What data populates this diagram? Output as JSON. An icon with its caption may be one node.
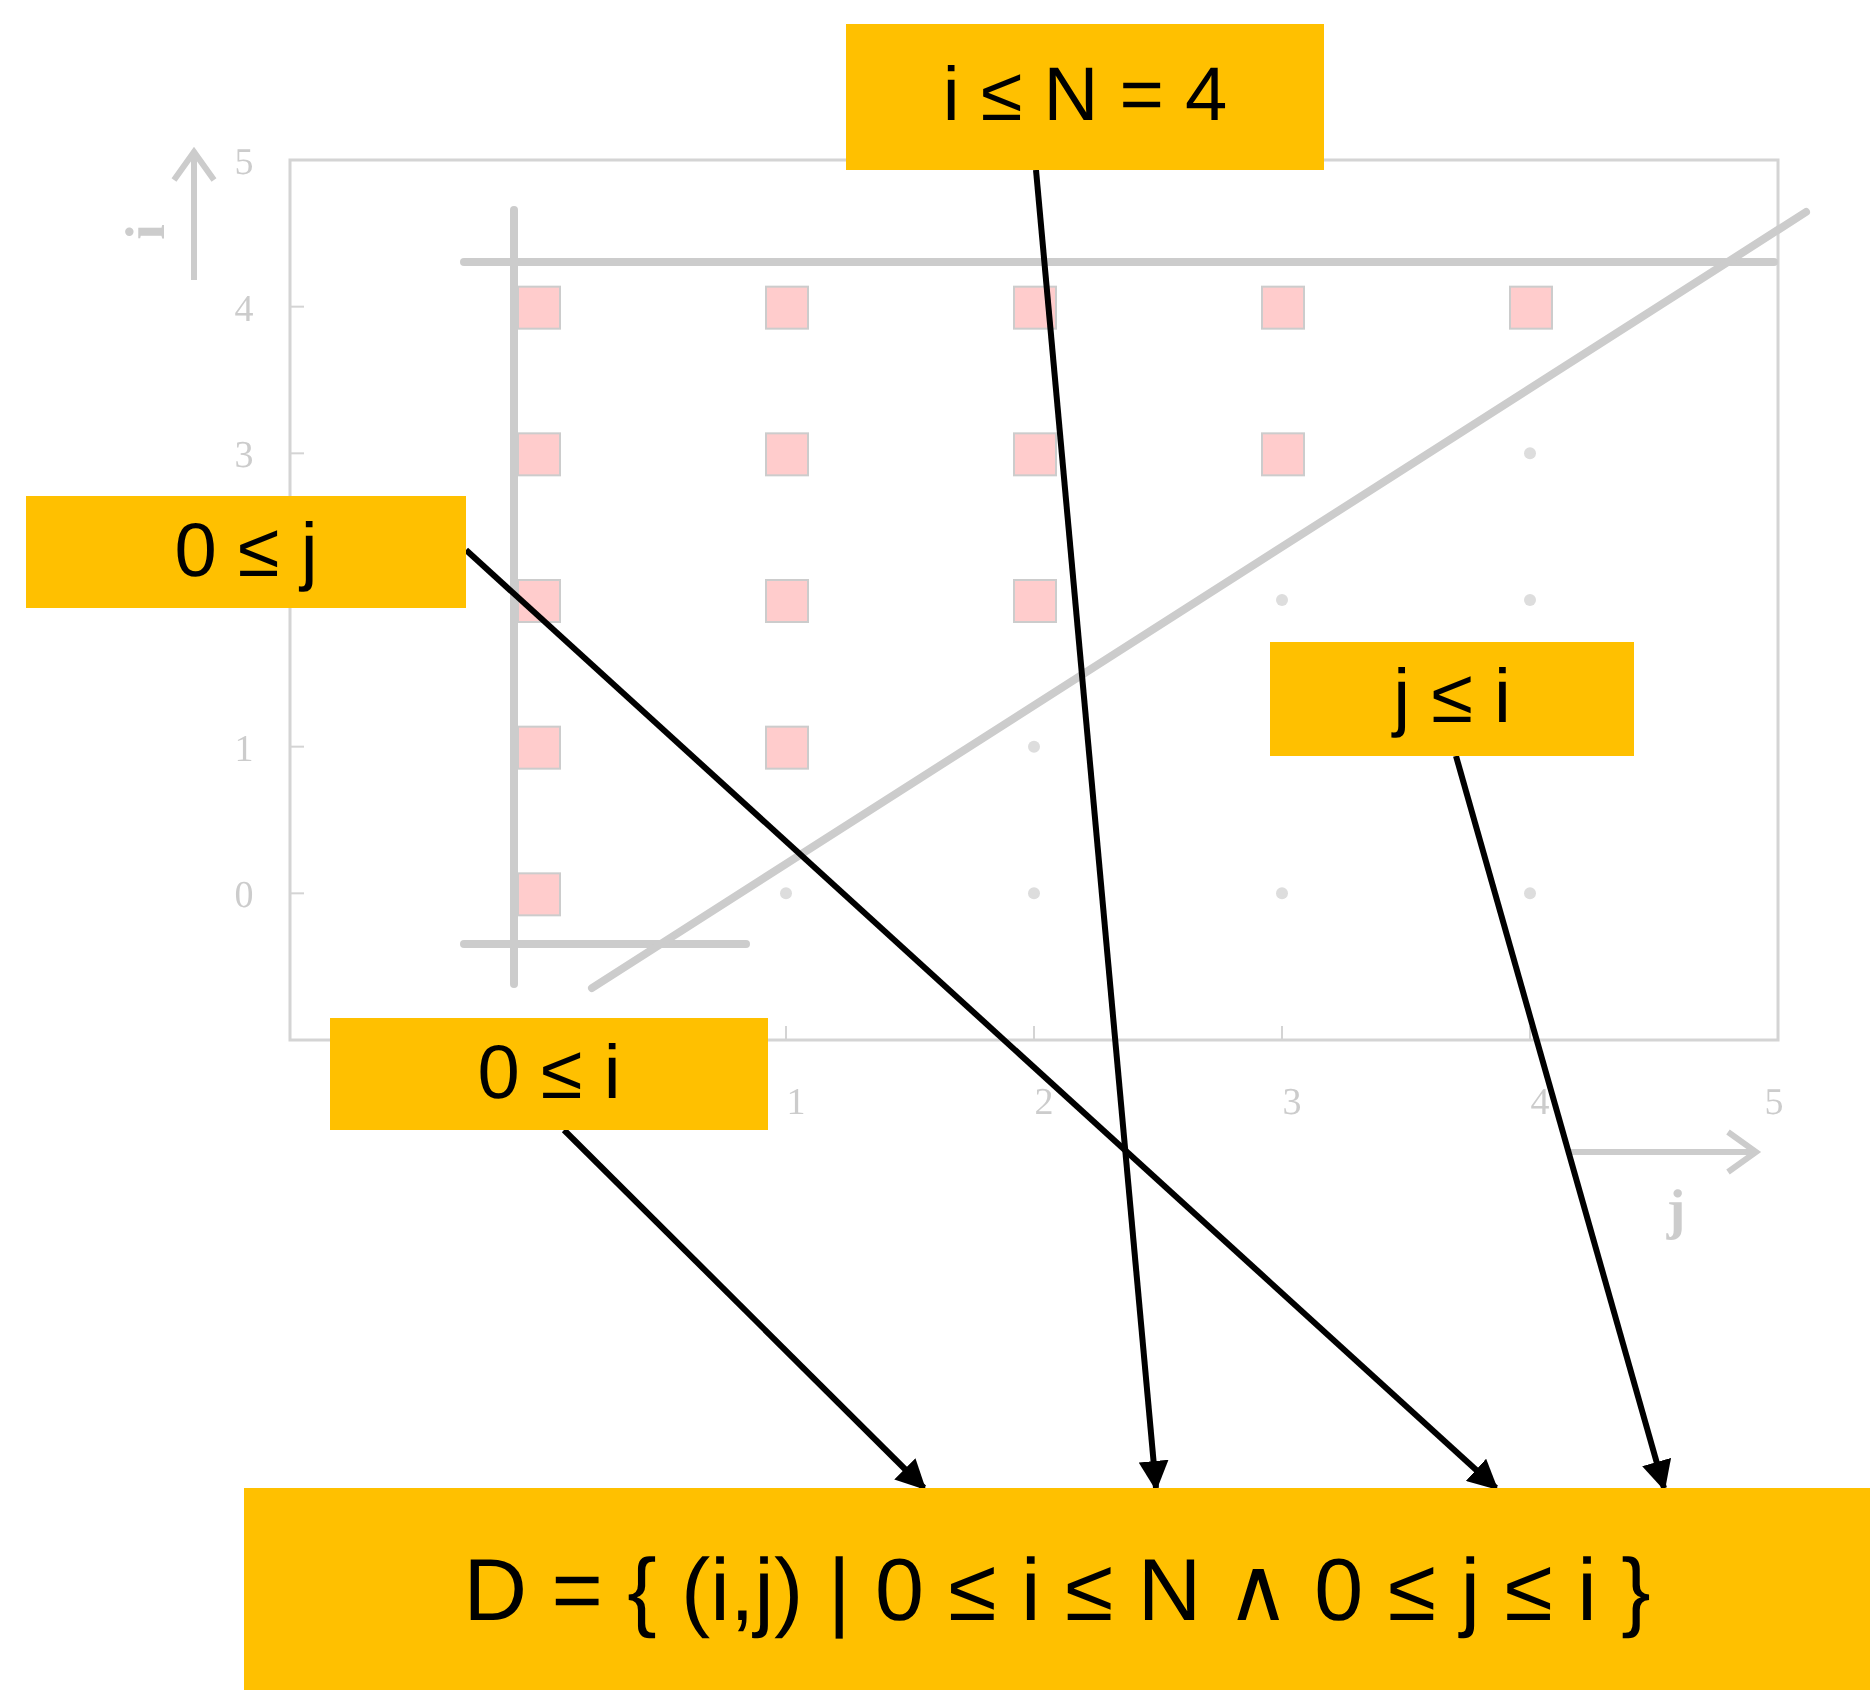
{
  "diagram": {
    "nodes": [
      {
        "text": [
          "i ≤ N = 4"
        ]
      },
      {
        "text": [
          "0 ≤ j"
        ]
      },
      {
        "text": [
          "j ≤ i"
        ]
      },
      {
        "text": [
          "0 ≤ i"
        ]
      },
      {
        "text": [
          "D = { (i,j) | 0 ≤ i ≤ N ∧ 0 ≤ j ≤ i }"
        ]
      }
    ],
    "edges": [
      {
        "from": 0,
        "to": 4,
        "arrow": "to"
      },
      {
        "from": 1,
        "to": 4,
        "arrow": "to"
      },
      {
        "from": 2,
        "to": 4,
        "arrow": "to"
      },
      {
        "from": 3,
        "to": 4,
        "arrow": "to"
      }
    ],
    "labels": [
      "5",
      "i",
      "4",
      "3",
      "1",
      "0",
      "1",
      "2",
      "3",
      "4",
      "5",
      "j"
    ]
  }
}
